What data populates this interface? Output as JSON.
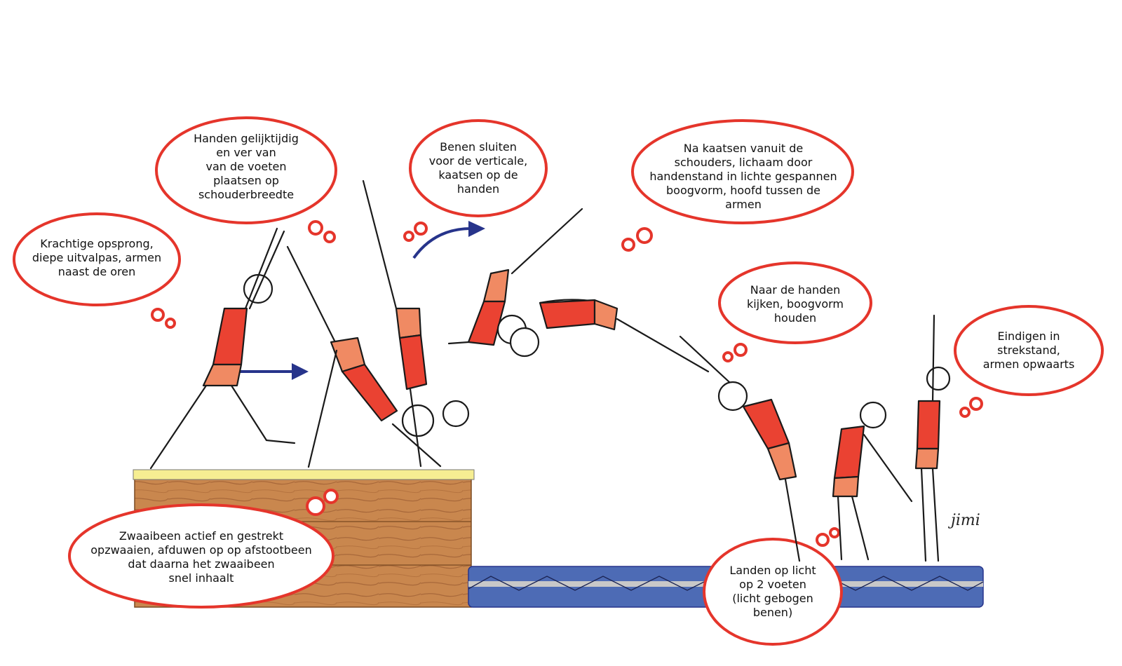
{
  "colors": {
    "bubble_stroke": "#e5352b",
    "suit_dark": "#ea4232",
    "suit_light": "#f08a63",
    "arrow": "#27348b",
    "box_wood": "#c9874e",
    "box_top": "#f6ee92",
    "mat_blue": "#4d6bb5",
    "mat_stripe": "#c8c8c8"
  },
  "bubbles": {
    "opsprong": "Krachtige opsprong,\ndiepe uitvalpas, armen\nnaast de oren",
    "handen": "Handen gelijktijdig\nen ver van\nvan de voeten\nplaatsen op\nschouderbreedte",
    "benen": "Benen sluiten\nvoor de verticale,\nkaatsen op de\nhanden",
    "kaatsen": "Na kaatsen vanuit de\nschouders, lichaam door\nhandenstand in lichte gespannen\nboogvorm, hoofd tussen de\narmen",
    "kijken": "Naar de handen\nkijken, boogvorm\nhouden",
    "eindigen": "Eindigen in\nstrekstand,\narmen opwaarts",
    "zwaaibeen": "Zwaaibeen actief en gestrekt\nopzwaaien, afduwen op op afstootbeen\ndat daarna het zwaaibeen\nsnel inhaalt",
    "landen": "Landen op licht\nop 2 voeten\n(licht gebogen\nbenen)"
  },
  "signature": "jimi"
}
